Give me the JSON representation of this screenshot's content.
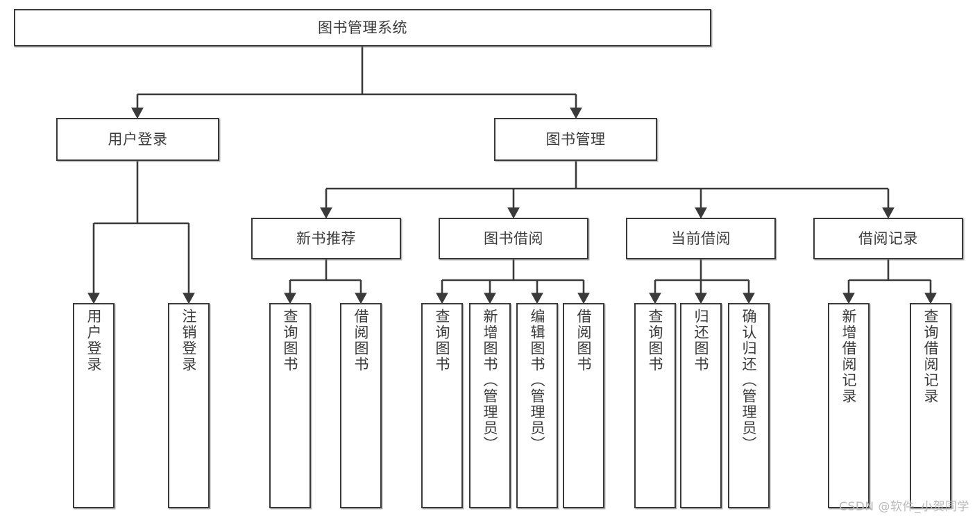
{
  "diagram": {
    "type": "tree",
    "title_node": {
      "label": "图书管理系统"
    },
    "level2": [
      {
        "id": "user-login",
        "label": "用户登录"
      },
      {
        "id": "book-management",
        "label": "图书管理"
      }
    ],
    "level3": [
      {
        "id": "new-book-recommend",
        "label": "新书推荐",
        "parent": "book-management"
      },
      {
        "id": "book-borrow",
        "label": "图书借阅",
        "parent": "book-management"
      },
      {
        "id": "current-borrow",
        "label": "当前借阅",
        "parent": "book-management"
      },
      {
        "id": "borrow-record",
        "label": "借阅记录",
        "parent": "book-management"
      }
    ],
    "leaves": [
      {
        "id": "leaf-user-login",
        "label": "用户登录",
        "parent": "user-login"
      },
      {
        "id": "leaf-logout-login",
        "label": "注销登录",
        "parent": "user-login"
      },
      {
        "id": "leaf-query-book-1",
        "label": "查询图书",
        "parent": "new-book-recommend"
      },
      {
        "id": "leaf-borrow-book-1",
        "label": "借阅图书",
        "parent": "new-book-recommend"
      },
      {
        "id": "leaf-query-book-2",
        "label": "查询图书",
        "parent": "book-borrow"
      },
      {
        "id": "leaf-add-book",
        "label": "新增图书（管理员）",
        "parent": "book-borrow"
      },
      {
        "id": "leaf-edit-book",
        "label": "编辑图书（管理员）",
        "parent": "book-borrow"
      },
      {
        "id": "leaf-borrow-book-2",
        "label": "借阅图书",
        "parent": "book-borrow"
      },
      {
        "id": "leaf-query-book-3",
        "label": "查询图书",
        "parent": "current-borrow"
      },
      {
        "id": "leaf-return-book",
        "label": "归还图书",
        "parent": "current-borrow"
      },
      {
        "id": "leaf-confirm-return",
        "label": "确认归还（管理员）",
        "parent": "current-borrow"
      },
      {
        "id": "leaf-add-record",
        "label": "新增借阅记录",
        "parent": "borrow-record"
      },
      {
        "id": "leaf-query-record",
        "label": "查询借阅记录",
        "parent": "borrow-record"
      }
    ],
    "colors": {
      "stroke": "#3a3a3a",
      "text": "#3a3a3a",
      "background": "#ffffff",
      "watermark": "#b9b9b9"
    }
  },
  "watermark": {
    "text": "CSDN @软件_小贺同学"
  }
}
